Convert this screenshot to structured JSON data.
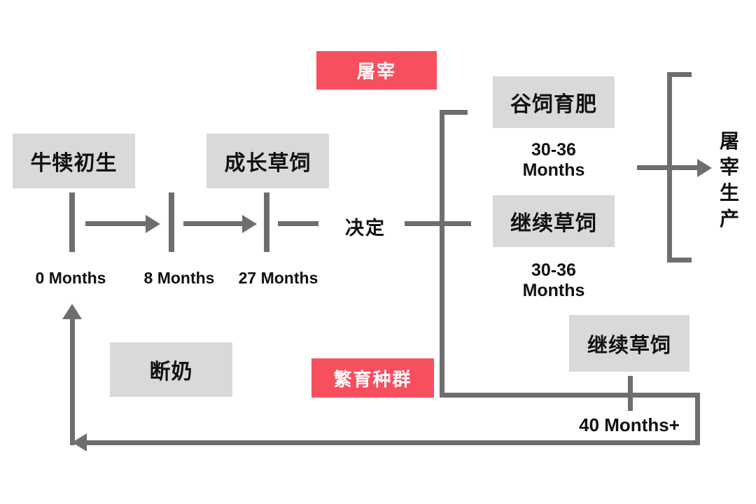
{
  "colors": {
    "accent": "#f84f5e",
    "box_gray": "#d9d9d9",
    "line_gray": "#6e6e6e",
    "text_ink": "#121212"
  },
  "nodes": {
    "slaughter_label": "屠宰",
    "calf_birth": "牛犊初生",
    "growing_grass_fed": "成长草饲",
    "decision": "决定",
    "grain_fed_fattening": "谷饲育肥",
    "continue_grass_fed_upper": "继续草饲",
    "slaughter_production": "屠宰生产",
    "weaning": "断奶",
    "breeding_population": "繁育种群",
    "continue_grass_fed_lower": "继续草饲"
  },
  "timeline": {
    "t0": "0 Months",
    "t8": "8 Months",
    "t27": "27 Months"
  },
  "durations": {
    "grain_fed": "30-36\nMonths",
    "grass_fed": "30-36\nMonths",
    "breeding": "40 Months+"
  }
}
